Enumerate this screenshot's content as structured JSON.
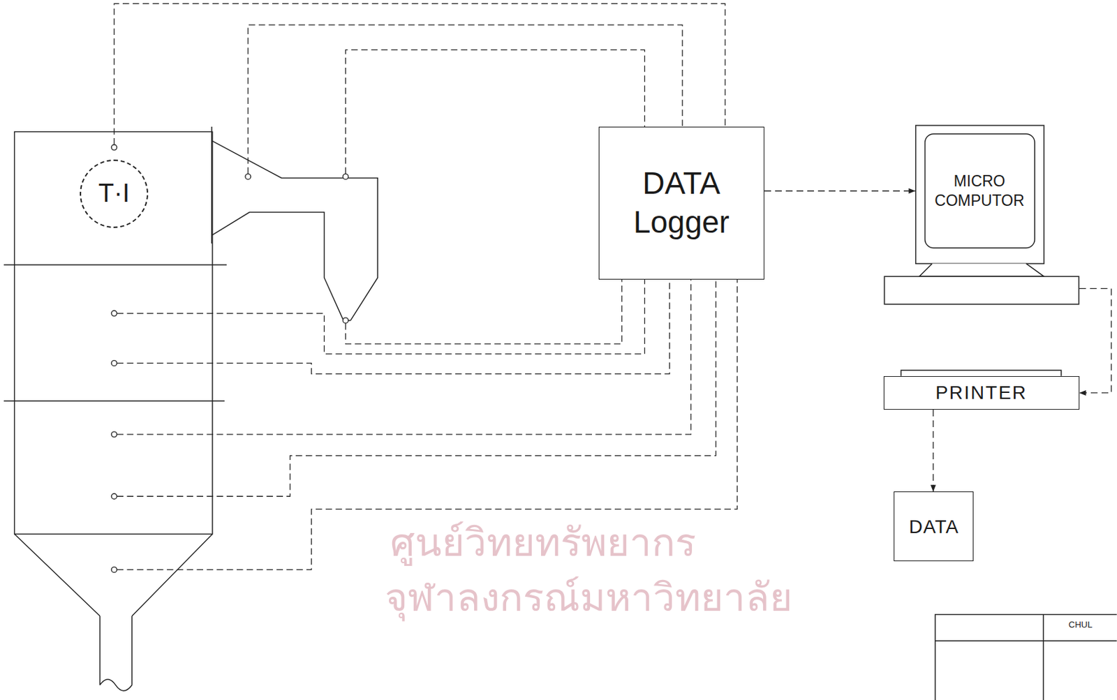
{
  "diagram": {
    "nodes": [
      {
        "text": [
          "T·I"
        ]
      },
      {
        "text": [
          "DATA Logger"
        ]
      },
      {
        "text": [
          "MICRO COMPUTOR"
        ]
      },
      {
        "text": [
          "PRINTER"
        ]
      },
      {
        "text": [
          "DATA"
        ]
      }
    ],
    "edges": [
      {
        "from": 1,
        "to": 2,
        "arrow": "to"
      },
      {
        "from": 2,
        "to": 3,
        "arrow": "to"
      },
      {
        "from": 3,
        "to": 4,
        "arrow": "to"
      }
    ],
    "labels": [
      "ศูนย์วิทยทรัพยากร",
      "จุฬาลงกรณ์มหาวิทยาลัย",
      "CHUL"
    ]
  }
}
